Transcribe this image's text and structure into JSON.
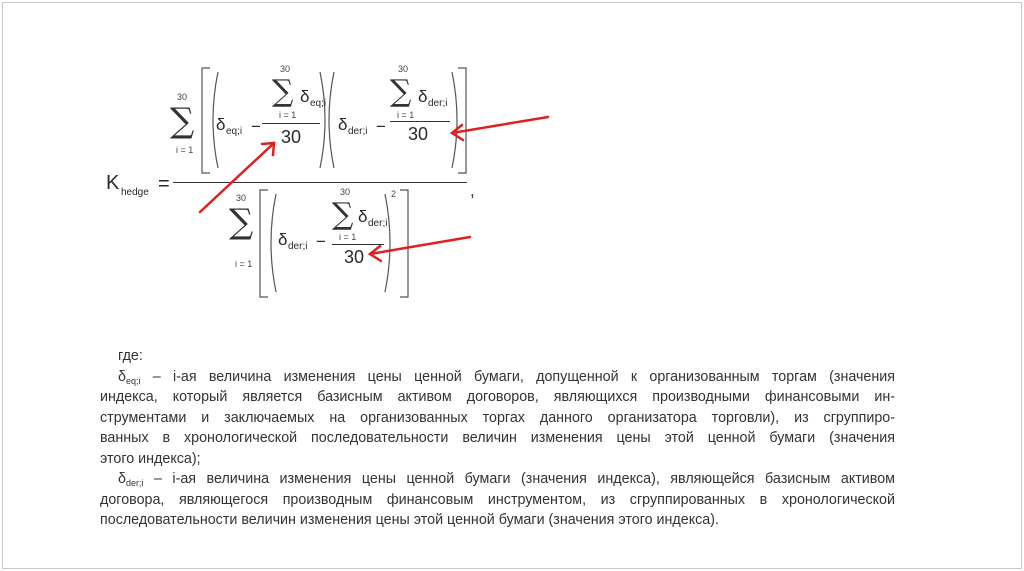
{
  "formula": {
    "lhs": "K",
    "lhs_sub": "hedge",
    "equals": "=",
    "sum_upper": "30",
    "sum_lower": "i = 1",
    "delta": "δ",
    "eq_sub": "eq;i",
    "der_sub": "der;i",
    "minus": "−",
    "divisor": "30",
    "power": "2",
    "comma": ","
  },
  "annotations": {
    "arrow_color": "#e0201e",
    "arrow_count": 3
  },
  "text": {
    "intro": "где:",
    "def1_symbol": "δ",
    "def1_sub": "eq;i",
    "def1_lines": [
      " – i-ая величина изменения цены ценной бумаги, допущенной к организованным торгам (значения",
      "индекса, который является базисным активом договоров, являющихся производными финансовыми ин-",
      "струментами и заключаемых на организованных торгах данного организатора торговли), из сгруппиро-",
      "ванных в хронологической последовательности величин изменения цены этой ценной бумаги (значения",
      "этого индекса);"
    ],
    "def2_symbol": "δ",
    "def2_sub": "der;i",
    "def2_lines": [
      " – i-ая величина изменения цены ценной бумаги (значения индекса), являющейся базисным активом",
      "договора, являющегося производным финансовым инструментом, из сгруппированных в хронологической",
      "последовательности величин изменения цены этой ценной бумаги (значения этого индекса)."
    ]
  }
}
